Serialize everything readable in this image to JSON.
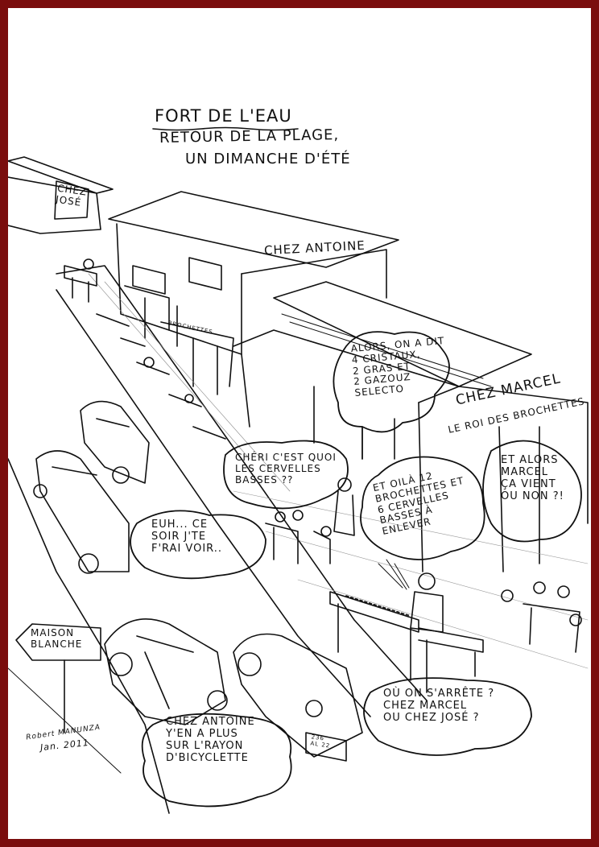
{
  "title": {
    "main": "FORT DE L'EAU",
    "line2": "RETOUR DE LA PLAGE,",
    "line3": "UN DIMANCHE D'ÉTÉ"
  },
  "signs": {
    "chez_jose": "CHEZ\nJOSÉ",
    "chez_antoine": "CHEZ ANTOINE",
    "brochettes": "BROCHETTES",
    "chez_marcel": "CHEZ MARCEL",
    "le_roi": "LE ROI DES BROCHETTES",
    "maison_blanche": "MAISON\nBLANCHE",
    "license_plate": "236\nAL 22"
  },
  "bubbles": {
    "alors": "ALORS, ON A DIT\n4 CRISTAUX,\n2 GRAS ET\n2 GAZOUZ\nSELECTO",
    "cheri": "CHÉRI C'EST QUOI\nLES CERVELLES\nBASSES ??",
    "euh": "EUH... CE\nSOIR J'TE\nF'RAI VOIR..",
    "voila": "ET OILÀ 12\nBROCHETTES ET\n6 CERVELLES\nBASSES À\nENLEVER",
    "et_alors": "ET ALORS\nMARCEL\nÇA VIENT\nOU NON ?!",
    "ou_on": "OÙ ON S'ARRÊTE ?\nCHEZ MARCEL\nOU CHEZ JOSÉ ?",
    "chez_antoine": "CHEZ ANTOINE\nY'EN A PLUS\nSUR L'RAYON\nD'BICYCLETTE"
  },
  "signature": {
    "name": "Robert MANUNZA",
    "date": "Jan. 2011"
  },
  "colors": {
    "frame": "#7a0d0d",
    "ink": "#111111",
    "paper": "#ffffff"
  }
}
